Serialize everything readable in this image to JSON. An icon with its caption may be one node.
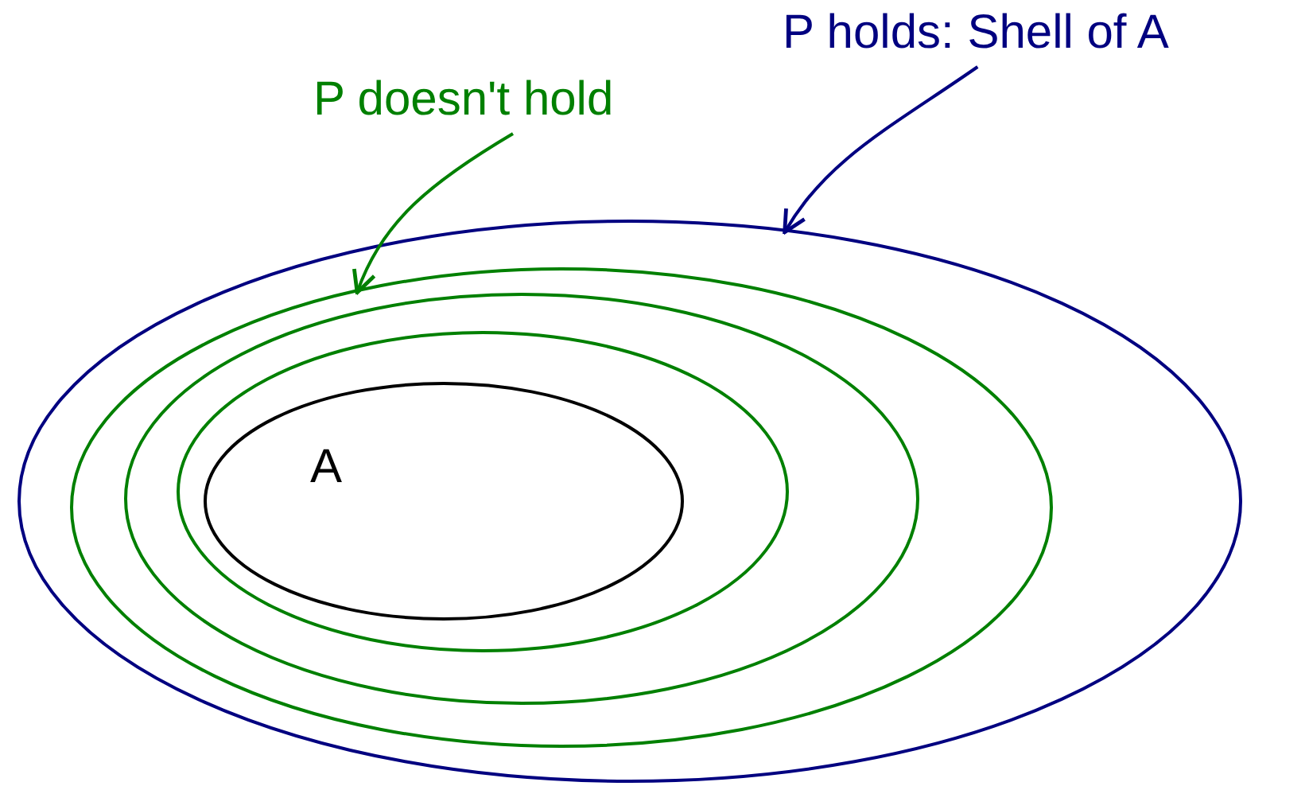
{
  "diagram": {
    "nodes": [
      {
        "text": [
          "P holds: Shell of A"
        ]
      },
      {
        "text": [
          "P doesn't hold"
        ]
      },
      {
        "text": [],
        "shape": "ellipse"
      },
      {
        "text": [],
        "shape": "ellipse",
        "in": 2
      },
      {
        "text": [],
        "shape": "ellipse",
        "in": 3
      },
      {
        "text": [],
        "shape": "ellipse",
        "in": 4
      },
      {
        "text": [
          "A"
        ],
        "in": 5
      }
    ],
    "edges": [
      {
        "from": 0,
        "to": 2,
        "arrow": "to",
        "color": "#000080"
      },
      {
        "from": 1,
        "to": 3,
        "arrow": "to",
        "color": "#008000"
      }
    ]
  }
}
